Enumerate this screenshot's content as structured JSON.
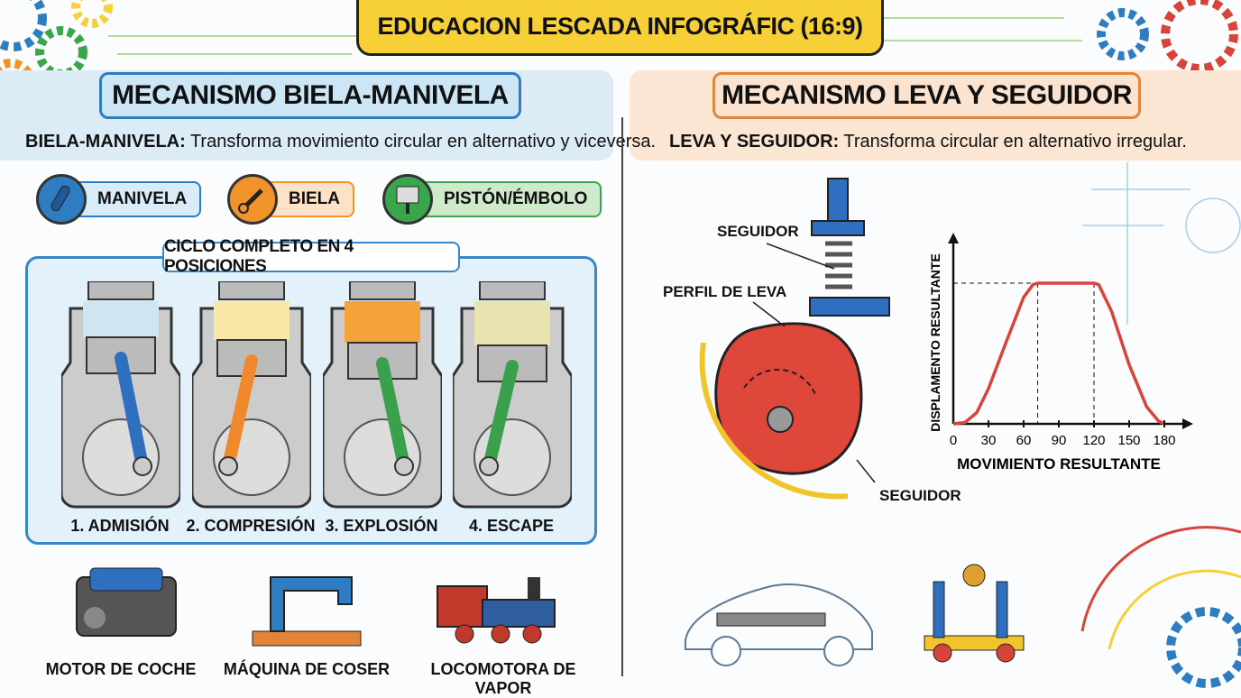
{
  "header": {
    "title": "EDUCACION LESCADA INFOGRÁFIC (16:9)"
  },
  "left": {
    "title": "MECANISMO BIELA-MANIVELA",
    "subtitle_bold": "BIELA-MANIVELA:",
    "subtitle_text": " Transforma movimiento circular en alternativo y viceversa.",
    "badges": [
      {
        "label": "MANIVELA",
        "color": "#2f7dc1"
      },
      {
        "label": "BIELA",
        "color": "#f0932b"
      },
      {
        "label": "PISTÓN/ÉMBOLO",
        "color": "#3aa64b"
      }
    ],
    "cycle_title": "CICLO COMPLETO EN 4 POSICIONES",
    "steps": [
      {
        "label": "1. ADMISIÓN",
        "rod_color": "#2f6fc0"
      },
      {
        "label": "2. COMPRESIÓN",
        "rod_color": "#f0892b"
      },
      {
        "label": "3. EXPLOSIÓN",
        "rod_color": "#3aa04b"
      },
      {
        "label": "4. ESCAPE",
        "rod_color": "#3aa04b"
      }
    ],
    "applications": [
      "MOTOR DE COCHE",
      "MÁQUINA DE COSER",
      "LOCOMOTORA DE VAPOR"
    ]
  },
  "right": {
    "title": "MECANISMO LEVA Y SEGUIDOR",
    "subtitle_bold": "LEVA Y SEGUIDOR:",
    "subtitle_text": " Transforma circular en alternativo irregular.",
    "labels": {
      "follower_top": "SEGUIDOR",
      "cam_profile": "PERFIL DE LEVA",
      "follower_bottom": "SEGUIDOR"
    }
  },
  "chart_data": {
    "type": "line",
    "xlabel": "MOVIMIENTO RESULTANTE",
    "ylabel": "DISPLAMENTO RESULTANTE",
    "xticks": [
      "0",
      "30",
      "60",
      "90",
      "120",
      "150",
      "180"
    ],
    "xlim": [
      0,
      180
    ],
    "ylim": [
      0,
      1.3
    ],
    "series": [
      {
        "name": "desplazamiento",
        "x": [
          0,
          10,
          20,
          30,
          45,
          60,
          68,
          72,
          120,
          124,
          135,
          150,
          165,
          175,
          180
        ],
        "y": [
          0,
          0.01,
          0.08,
          0.25,
          0.58,
          0.9,
          0.99,
          1,
          1,
          0.99,
          0.8,
          0.42,
          0.12,
          0.02,
          0
        ]
      }
    ],
    "reference_lines_x": [
      72,
      120
    ],
    "color": "#d9443a"
  }
}
